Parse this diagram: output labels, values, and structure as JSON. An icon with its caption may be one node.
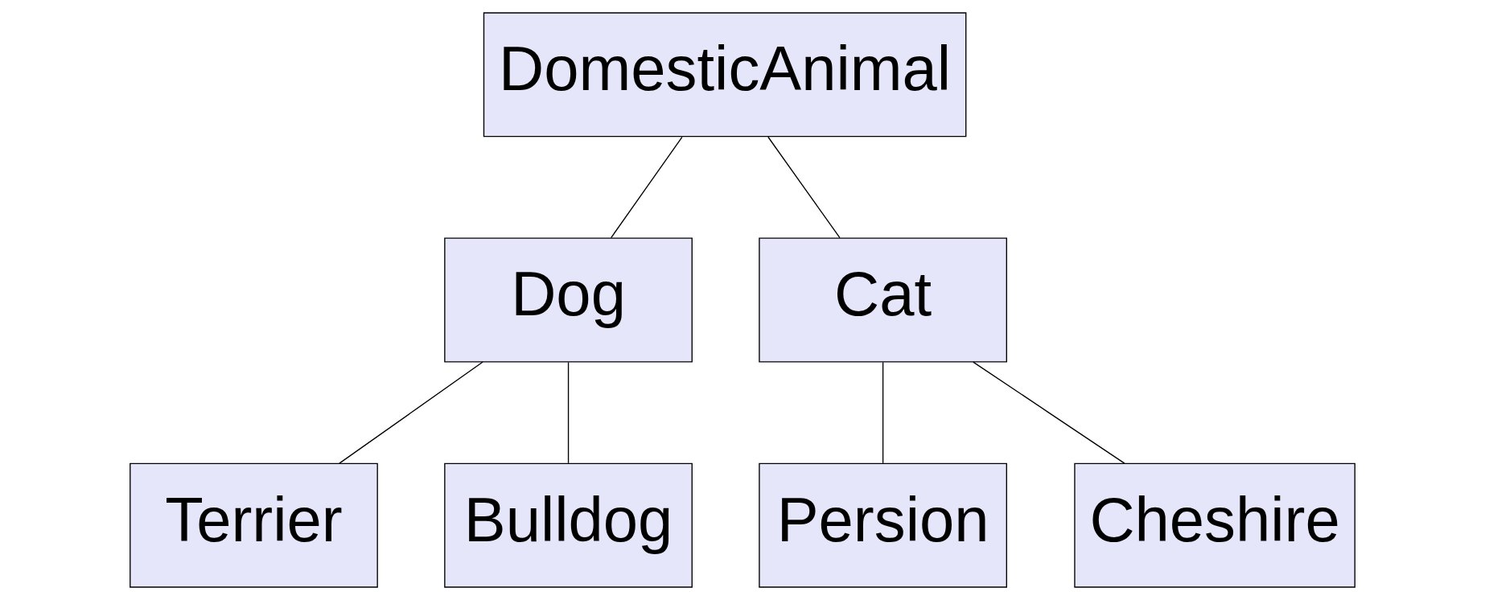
{
  "diagram": {
    "nodes": [
      {
        "text": [
          "DomesticAnimal"
        ]
      },
      {
        "text": [
          "Dog"
        ]
      },
      {
        "text": [
          "Cat"
        ]
      },
      {
        "text": [
          "Terrier"
        ]
      },
      {
        "text": [
          "Bulldog"
        ]
      },
      {
        "text": [
          "Persion"
        ]
      },
      {
        "text": [
          "Cheshire"
        ]
      }
    ],
    "edges": [
      {
        "from": 0,
        "to": 1,
        "arrow": "none"
      },
      {
        "from": 0,
        "to": 2,
        "arrow": "none"
      },
      {
        "from": 1,
        "to": 3,
        "arrow": "none"
      },
      {
        "from": 1,
        "to": 4,
        "arrow": "none"
      },
      {
        "from": 2,
        "to": 5,
        "arrow": "none"
      },
      {
        "from": 2,
        "to": 6,
        "arrow": "none"
      }
    ]
  }
}
